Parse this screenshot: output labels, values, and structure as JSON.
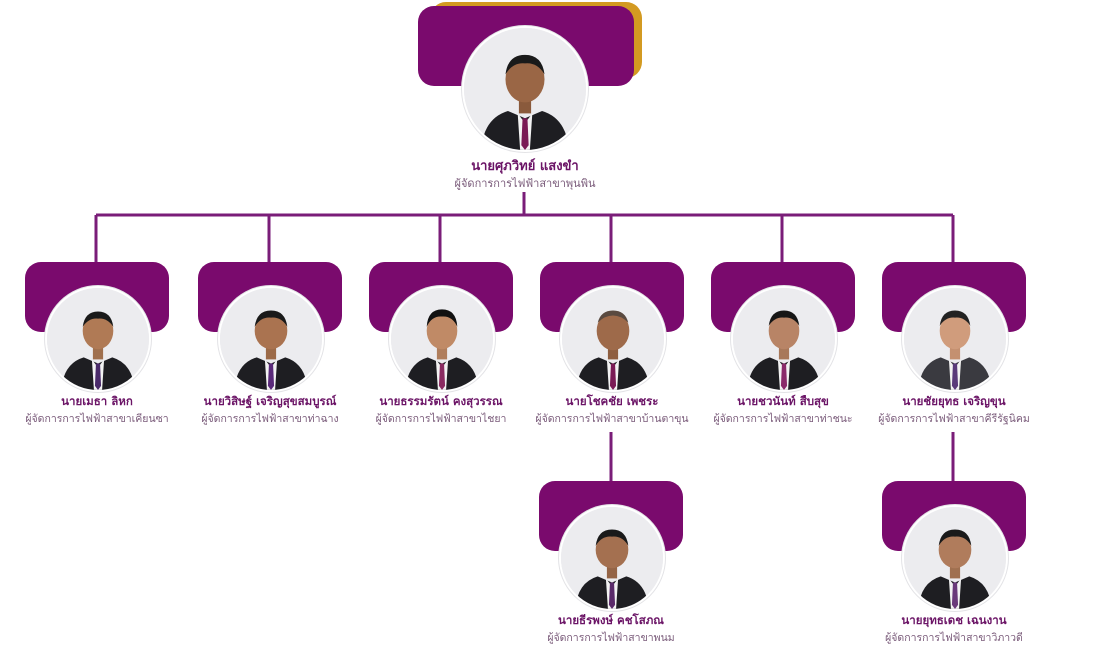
{
  "colors": {
    "primary": "#7a0a6d",
    "accent": "#d39a21",
    "connector": "#7a1d78",
    "name_text": "#6b1466",
    "title_text": "#7a5b7a"
  },
  "chart_data": {
    "type": "org-chart",
    "root": {
      "id": "root",
      "name": "นายศุภวิทย์ แสงขำ",
      "title": "ผู้จัดการการไฟฟ้าสาขาพุนพิน"
    },
    "level1": [
      {
        "id": "n1",
        "name": "นายเมธา ลิหก",
        "title": "ผู้จัดการการไฟฟ้าสาขาเคียนซา",
        "parent": "root"
      },
      {
        "id": "n2",
        "name": "นายวิสิษฐ์ เจริญสุขสมบูรณ์",
        "title": "ผู้จัดการการไฟฟ้าสาขาท่าฉาง",
        "parent": "root"
      },
      {
        "id": "n3",
        "name": "นายธรรมรัตน์ คงสุวรรณ",
        "title": "ผู้จัดการการไฟฟ้าสาขาไชยา",
        "parent": "root"
      },
      {
        "id": "n4",
        "name": "นายโชคชัย เพชระ",
        "title": "ผู้จัดการการไฟฟ้าสาขาบ้านตาขุน",
        "parent": "root"
      },
      {
        "id": "n5",
        "name": "นายชวนันท์ สืบสุข",
        "title": "ผู้จัดการการไฟฟ้าสาขาท่าชนะ",
        "parent": "root"
      },
      {
        "id": "n6",
        "name": "นายชัยยุทธ เจริญขุน",
        "title": "ผู้จัดการการไฟฟ้าสาขาคีรีรัฐนิคม",
        "parent": "root"
      }
    ],
    "level2": [
      {
        "id": "n7",
        "name": "นายธีรพงษ์ คชโสภณ",
        "title": "ผู้จัดการการไฟฟ้าสาขาพนม",
        "parent": "n4"
      },
      {
        "id": "n8",
        "name": "นายยุทธเดช เฉนงาน",
        "title": "ผู้จัดการการไฟฟ้าสาขาวิภาวดี",
        "parent": "n6"
      }
    ]
  }
}
